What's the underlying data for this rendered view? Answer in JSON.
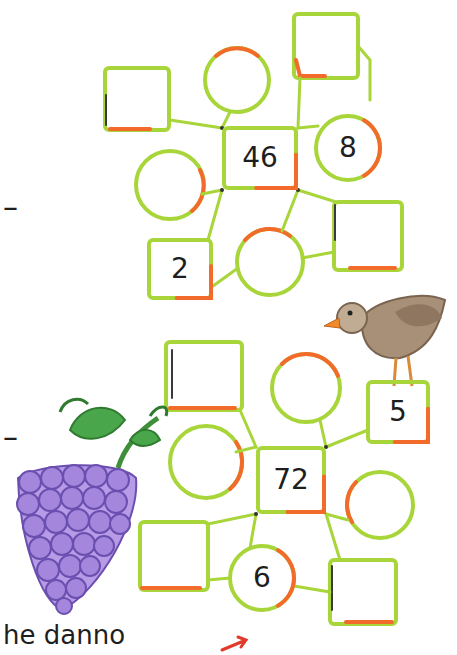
{
  "diagram": {
    "nodes": [
      {
        "text": [
          "46"
        ]
      },
      {
        "text": [
          "8"
        ]
      },
      {
        "text": [
          "2"
        ]
      },
      {
        "text": [
          "5"
        ]
      },
      {
        "text": [
          "72"
        ]
      },
      {
        "text": [
          "6"
        ]
      }
    ],
    "labels": [
      "–",
      "–",
      "he danno"
    ]
  }
}
